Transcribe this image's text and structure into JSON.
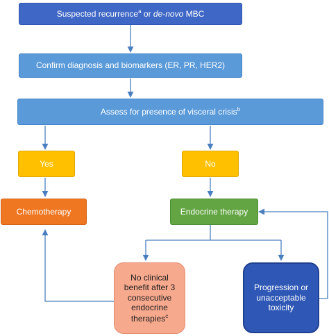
{
  "nodes": {
    "suspected": {
      "text_before": "Suspected recurrence",
      "sup": "a",
      "text_mid": " or ",
      "italic": "de-novo",
      "text_after": " MBC"
    },
    "confirm": {
      "text": "Confirm diagnosis and biomarkers (ER, PR, HER2)"
    },
    "assess": {
      "text": "Assess for presence of visceral crisis",
      "sup": "b"
    },
    "yes": {
      "text": "Yes"
    },
    "no": {
      "text": "No"
    },
    "chemo": {
      "text": "Chemotherapy"
    },
    "endocrine": {
      "text": "Endocrine therapy"
    },
    "no_benefit": {
      "text": "No clinical benefit after 3 consecutive endocrine therapies",
      "sup": "c"
    },
    "progression": {
      "text": "Progression or unacceptable toxicity"
    }
  },
  "colors": {
    "arrow": "#4a7fbf",
    "top_box": "#3f67c6",
    "flow_box": "#5a9ad9",
    "yes_no": "#ffc000",
    "chemo": "#ef7722",
    "endocrine": "#63a543",
    "no_benefit": "#f7a98e",
    "progression": "#2f58b6"
  }
}
